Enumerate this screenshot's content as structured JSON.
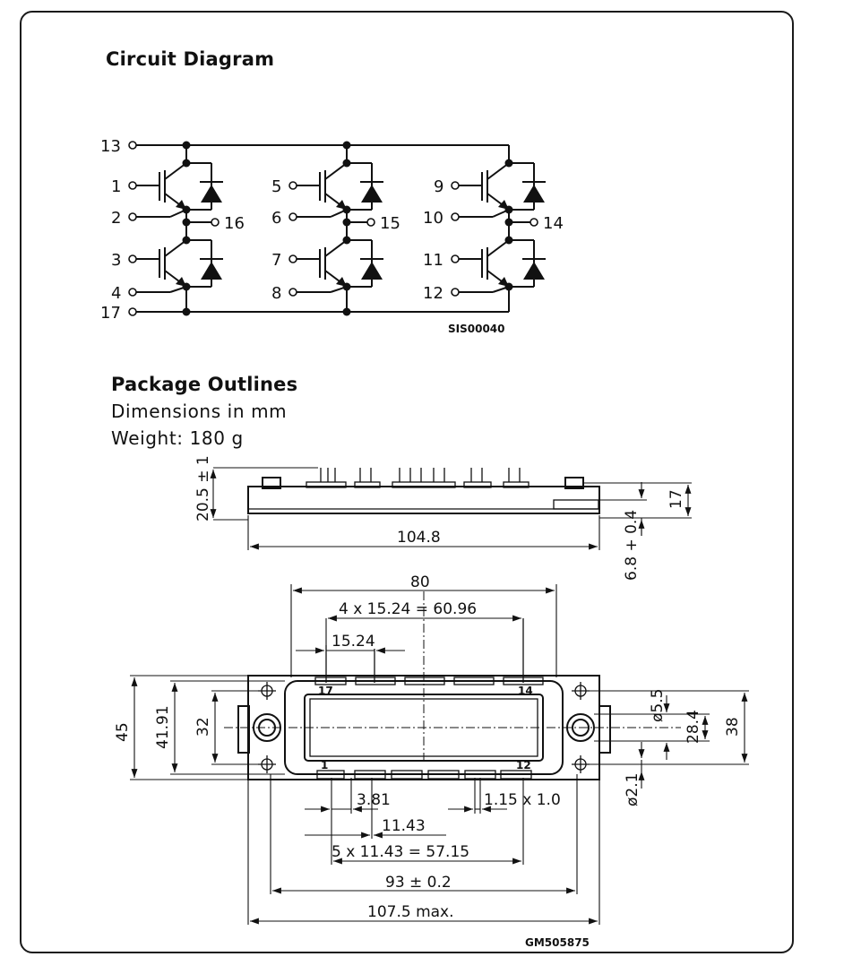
{
  "circuit": {
    "heading": "Circuit Diagram",
    "code": "SIS00040",
    "pins": {
      "p13": "13",
      "p17": "17",
      "p1": "1",
      "p2": "2",
      "p3": "3",
      "p4": "4",
      "p16": "16",
      "p5": "5",
      "p6": "6",
      "p7": "7",
      "p8": "8",
      "p15": "15",
      "p9": "9",
      "p10": "10",
      "p11": "11",
      "p12": "12",
      "p14": "14"
    }
  },
  "package": {
    "heading": "Package Outlines",
    "line1": "Dimensions in mm",
    "line2": "Weight: 180 g",
    "code": "GM505875",
    "side": {
      "height": "20.5 ± 1",
      "length": "104.8",
      "body": "17",
      "pin": "6.8 + 0.4"
    },
    "top": {
      "width": "80",
      "pitch_top": "4 x 15.24 = 60.96",
      "pitch": "15.24",
      "h45": "45",
      "h4191": "41.91",
      "h32": "32",
      "hole": "ø5.5",
      "h284": "28.4",
      "h38": "38",
      "hole2": "ø2.1",
      "d381": "3.81",
      "pinsize": "1.15 x 1.0",
      "d1143": "11.43",
      "pitch_bottom": "5 x 11.43 = 57.15",
      "d93": "93 ± 0.2",
      "dmax": "107.5 max.",
      "pin17": "17",
      "pin14": "14",
      "pin1": "1",
      "pin12": "12"
    }
  }
}
